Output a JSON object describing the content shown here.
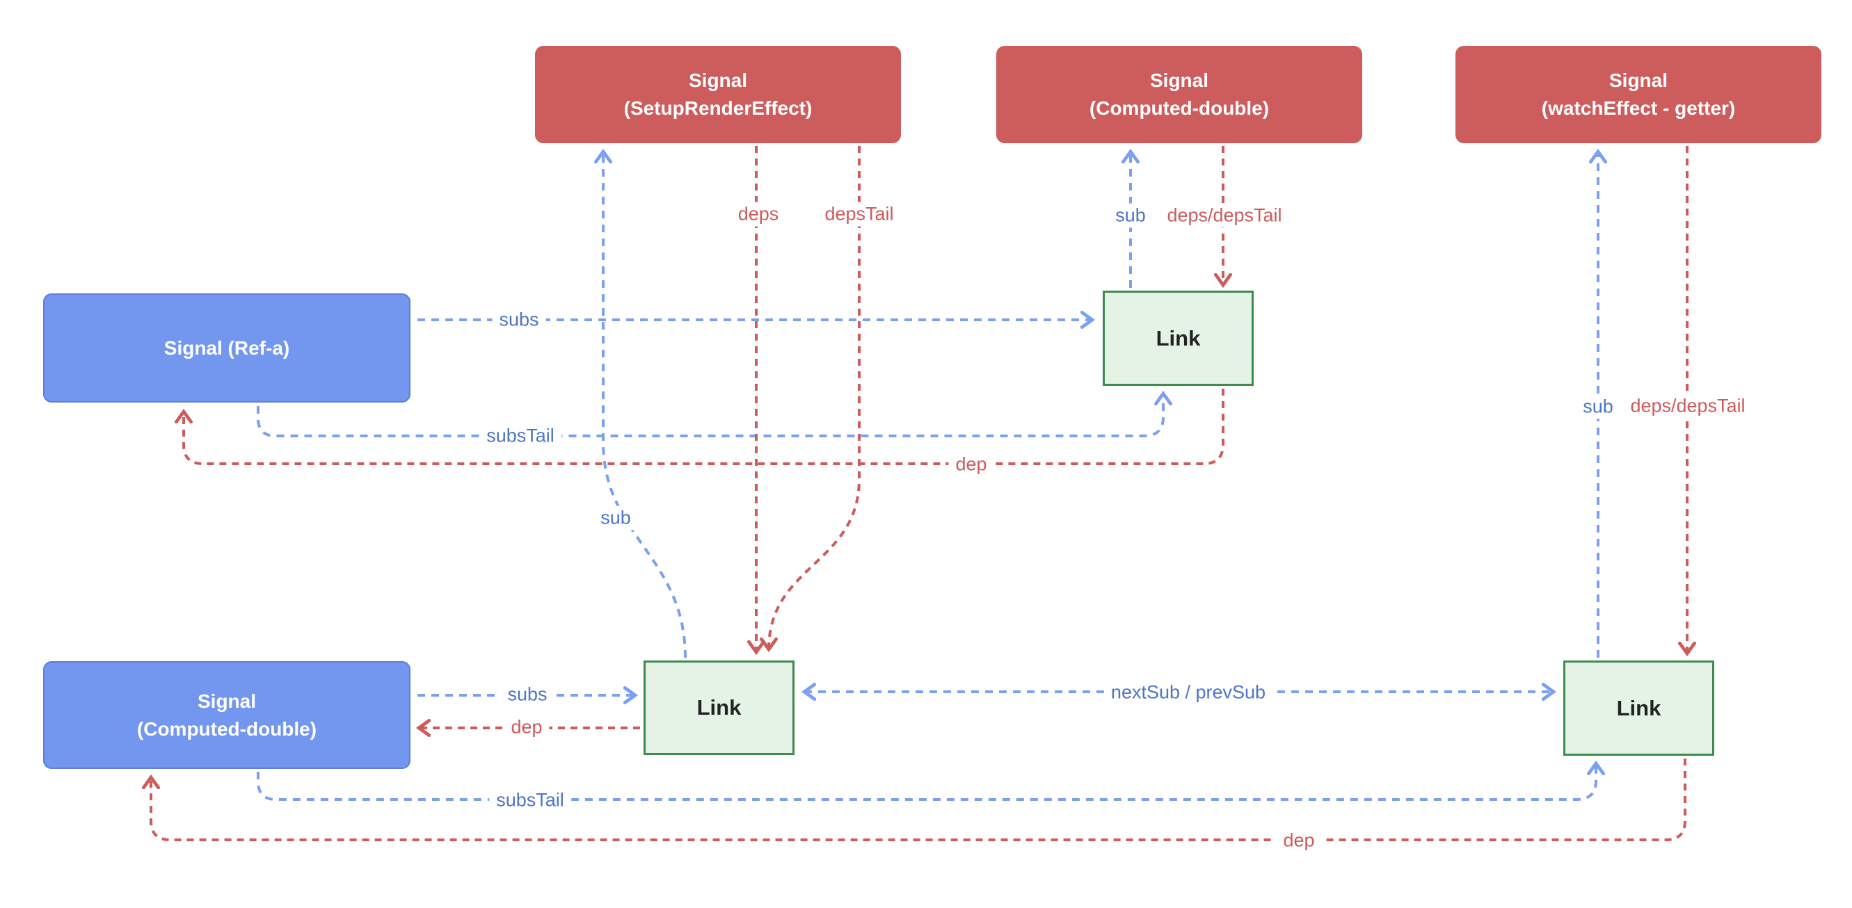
{
  "nodes": {
    "setup_render_effect": {
      "line1": "Signal",
      "line2": "(SetupRenderEffect)"
    },
    "computed_double_top": {
      "line1": "Signal",
      "line2": "(Computed-double)"
    },
    "watch_effect_getter": {
      "line1": "Signal",
      "line2": "(watchEffect - getter)"
    },
    "ref_a": {
      "label": "Signal (Ref-a)"
    },
    "computed_double_left": {
      "line1": "Signal",
      "line2": "(Computed-double)"
    },
    "link_top": {
      "label": "Link"
    },
    "link_bottom_middle": {
      "label": "Link"
    },
    "link_bottom_right": {
      "label": "Link"
    }
  },
  "edge_labels": {
    "deps_top": "deps",
    "depstail_top": "depsTail",
    "sub_top_link": "sub",
    "deps_depstail_top": "deps/depsTail",
    "subs_ref": "subs",
    "substail_ref": "subsTail",
    "dep_ref": "dep",
    "sub_setup": "sub",
    "subs_bottom": "subs",
    "dep_bottom_left": "dep",
    "nextsub_prevsub": "nextSub / prevSub",
    "sub_right": "sub",
    "deps_depstail_right": "deps/depsTail",
    "substail_bottom": "subsTail",
    "dep_bottom": "dep"
  },
  "colors": {
    "signal_source_fill": "#cd5c5c",
    "signal_target_fill": "#7397ee",
    "signal_target_border": "#5d7fd6",
    "link_fill": "#e4f3e6",
    "link_border": "#3d8b4e",
    "edge_blue": "#7b9ff1",
    "edge_blue_label": "#4d74c9",
    "edge_red": "#cd5b5b",
    "link_text": "#222222"
  }
}
